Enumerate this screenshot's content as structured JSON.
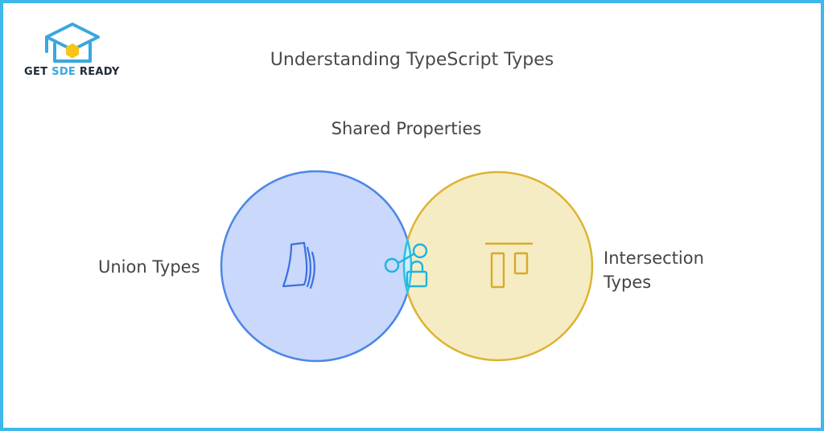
{
  "brand": {
    "name_part1": "GET",
    "name_accent": "SDE",
    "name_part2": "READY"
  },
  "title": "Understanding TypeScript Types",
  "diagram": {
    "shared_label": "Shared Properties",
    "left_label": "Union Types",
    "right_label_line1": "Intersection",
    "right_label_line2": "Types",
    "left_icon": "pages-icon",
    "center_icon": "share-lock-icon",
    "right_icon": "layout-columns-icon"
  },
  "colors": {
    "frame": "#3cb8ea",
    "left_fill": "#c9d8fb",
    "left_stroke": "#4b86e6",
    "right_fill": "#f5ecc3",
    "right_stroke": "#dcb432",
    "overlap_fill": "#c9f0fb",
    "overlap_stroke": "#2ec0e6"
  }
}
